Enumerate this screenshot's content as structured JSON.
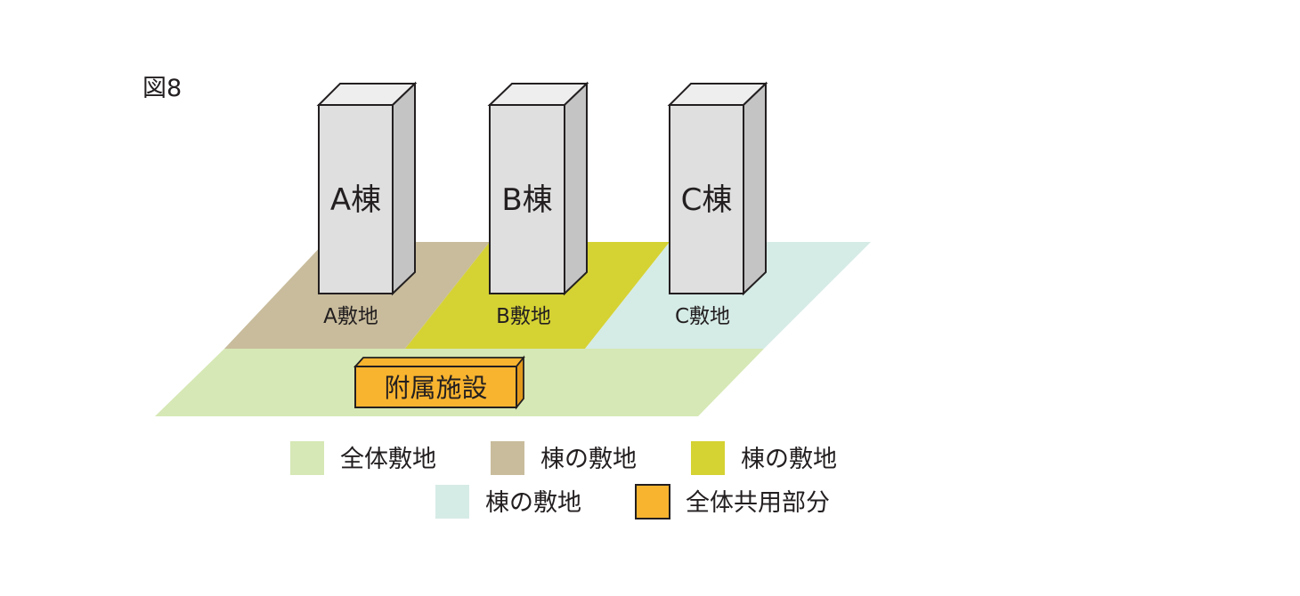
{
  "figure_label": "図8",
  "buildings": [
    {
      "label": "A棟",
      "face_color": "#dfdfdf",
      "side_color": "#c4c4c4"
    },
    {
      "label": "B棟",
      "face_color": "#dfdfdf",
      "side_color": "#c4c4c4"
    },
    {
      "label": "C棟",
      "face_color": "#dfdfdf",
      "side_color": "#c4c4c4"
    }
  ],
  "plots": {
    "whole": {
      "color": "#d6e8b5"
    },
    "a": {
      "label": "A敷地",
      "color": "#c8bc9c"
    },
    "b": {
      "label": "B敷地",
      "color": "#d5d234"
    },
    "c": {
      "label": "C敷地",
      "color": "#d5ebe6"
    }
  },
  "facility": {
    "label": "附属施設",
    "color": "#f8b42f"
  },
  "legend": [
    {
      "label": "全体敷地",
      "color": "#d6e8b5"
    },
    {
      "label": "棟の敷地",
      "color": "#c8bc9c"
    },
    {
      "label": "棟の敷地",
      "color": "#d5d234"
    },
    {
      "label": "棟の敷地",
      "color": "#d5ebe6"
    },
    {
      "label": "全体共用部分",
      "color": "#f8b42f"
    }
  ]
}
